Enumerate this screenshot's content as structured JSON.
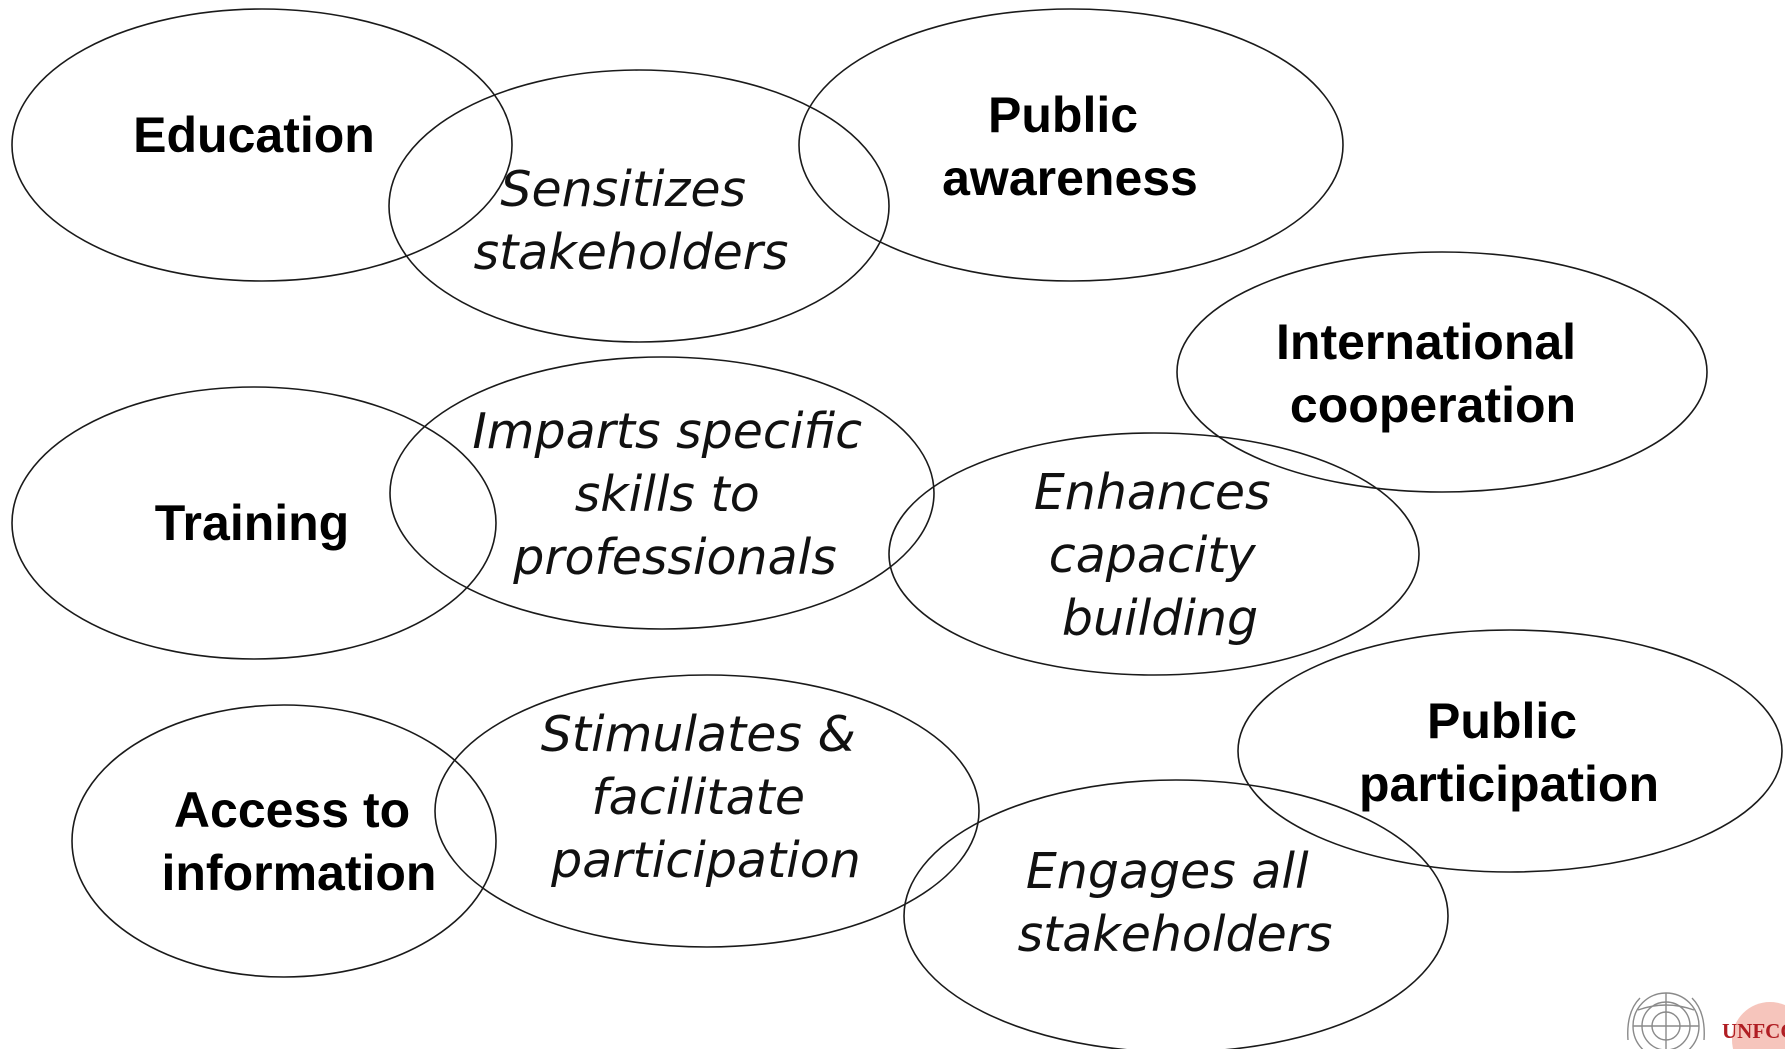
{
  "terms": {
    "education": [
      "Education"
    ],
    "public_awareness": [
      "Public",
      "awareness"
    ],
    "international_cooperation": [
      "International",
      "cooperation"
    ],
    "training": [
      "Training"
    ],
    "access_to_information": [
      "Access to",
      "information"
    ],
    "public_participation": [
      "Public",
      "participation"
    ]
  },
  "descriptions": {
    "sensitizes": [
      "Sensitizes",
      "stakeholders"
    ],
    "imparts": [
      "Imparts specific",
      "skills to",
      "professionals"
    ],
    "enhances": [
      "Enhances",
      "capacity",
      "building"
    ],
    "stimulates": [
      "Stimulates &",
      "facilitate",
      "participation"
    ],
    "engages": [
      "Engages all",
      "stakeholders"
    ]
  },
  "logo": {
    "text": "UNFCCC",
    "emblem_icon": "un-emblem-icon",
    "color": "#b01e23"
  },
  "colors": {
    "stroke": "#1a1a1a",
    "background": "#ffffff"
  }
}
